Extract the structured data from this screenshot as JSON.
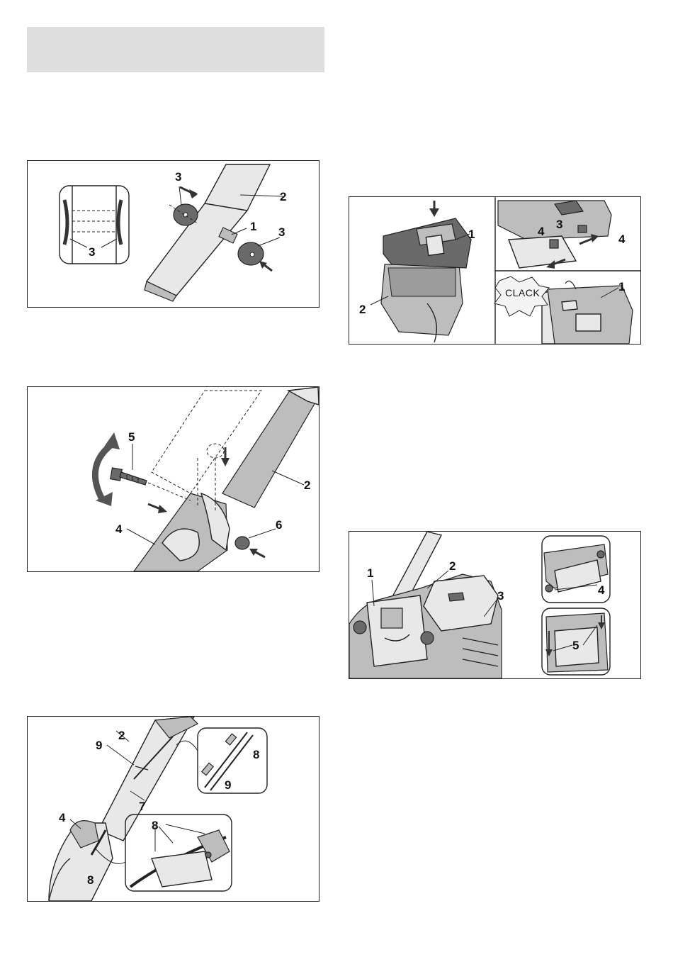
{
  "figures": {
    "washers": {
      "callouts": [
        "3",
        "3",
        "2",
        "1",
        "3",
        "3"
      ]
    },
    "bolt_assembly": {
      "callouts": [
        "5",
        "2",
        "4",
        "6"
      ]
    },
    "cable_routing": {
      "callouts": [
        "2",
        "9",
        "7",
        "4",
        "8",
        "8",
        "8",
        "9",
        "8"
      ]
    },
    "grass_box_fitting": {
      "callouts": [
        "1",
        "2",
        "4",
        "3",
        "4",
        "1"
      ],
      "sound_word": "CLACK"
    },
    "grass_box_attach": {
      "callouts": [
        "1",
        "2",
        "3",
        "4",
        "5"
      ]
    }
  }
}
